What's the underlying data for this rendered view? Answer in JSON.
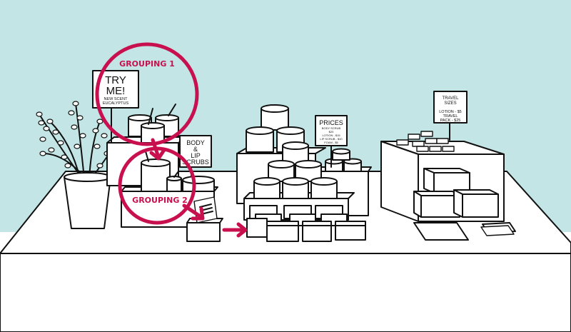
{
  "colors": {
    "wall": "#c3e5e5",
    "accent": "#c8104f",
    "ink": "#111111",
    "table": "#ffffff"
  },
  "callouts": {
    "grouping_1": "GROUPING 1",
    "grouping_2": "GROUPING 2"
  },
  "signs": {
    "try_me": {
      "line1": "TRY",
      "line2": "ME!",
      "line3": "NEW SCENT",
      "line4": "EUCALYPTUS"
    },
    "scrubs": {
      "line1": "BODY",
      "line2": "&",
      "line3": "LIP",
      "line4": "SCRUBS"
    },
    "prices": {
      "title": "PRICES",
      "lines": [
        "BODY SCRUB",
        "$20",
        "LOTION - $15",
        "LIP SCRUB - $10",
        "FOAM - $5"
      ]
    },
    "travel": {
      "lines": [
        "TRAVEL",
        "SIZES",
        "",
        "LOTION - $5",
        "TRAVEL",
        "PACK - $25"
      ]
    }
  },
  "icons": {
    "arrow": "arrow-right-icon",
    "plant": "plant-icon"
  }
}
